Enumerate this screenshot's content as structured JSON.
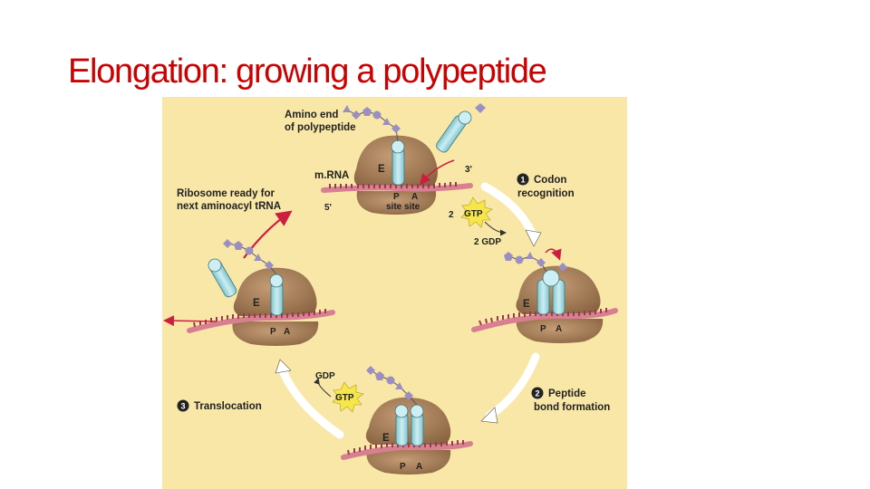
{
  "slide": {
    "title": "Elongation: growing a polypeptide"
  },
  "figure": {
    "labels": {
      "amino_end_1": "Amino end",
      "amino_end_2": "of polypeptide",
      "mrna": "m.RNA",
      "three_prime": "3'",
      "five_prime": "5'",
      "ribosome_ready_1": "Ribosome ready for",
      "ribosome_ready_2": "next aminoacyl tRNA",
      "e_site": "E",
      "p_site": "P",
      "a_site": "A",
      "site_site": "site site",
      "gtp": "GTP",
      "two": "2",
      "two_gdp": "2 GDP",
      "gdp": "GDP"
    },
    "steps": [
      {
        "number": "1",
        "line1": "Codon",
        "line2": "recognition"
      },
      {
        "number": "2",
        "line1": "Peptide",
        "line2": "bond formation"
      },
      {
        "number": "3",
        "line1": "Translocation",
        "line2": ""
      }
    ]
  },
  "colors": {
    "title": "#cc0000",
    "panel_background": "#f8e7a7",
    "ribosome": "#a57f58",
    "trna": "#a9dde4",
    "mrna": "#d97f92",
    "gtp_burst": "#f6e64c",
    "arrow_red": "#cc1f3f"
  }
}
